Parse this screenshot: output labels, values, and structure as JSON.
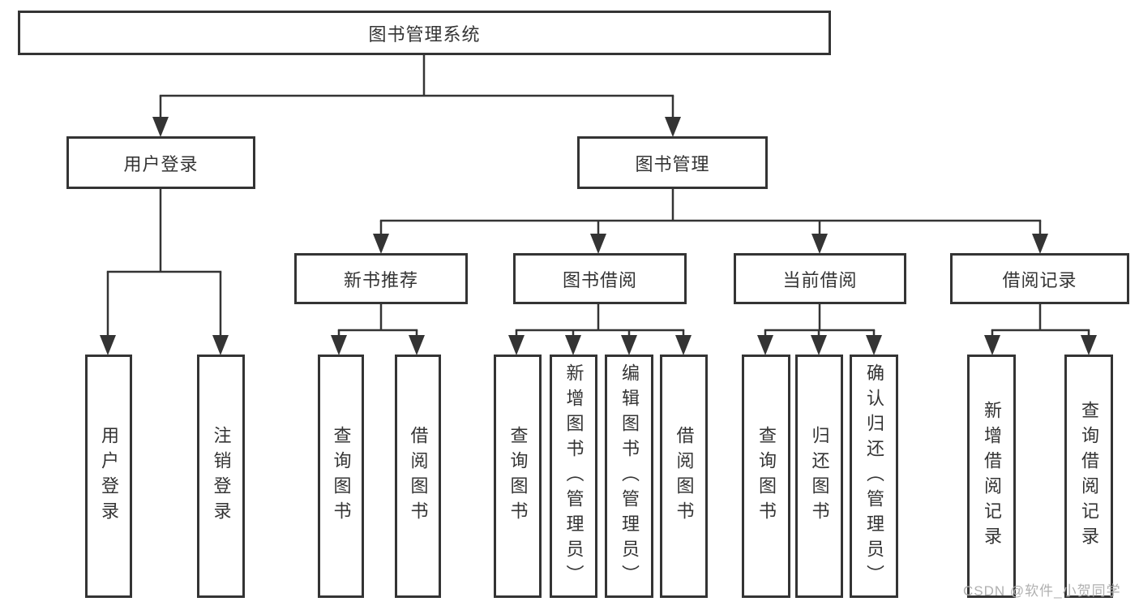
{
  "diagram": {
    "root": {
      "label": "图书管理系统"
    },
    "level2": {
      "user_login": {
        "label": "用户登录"
      },
      "book_mgmt": {
        "label": "图书管理"
      }
    },
    "level3": {
      "new_book_rec": {
        "label": "新书推荐"
      },
      "book_borrow": {
        "label": "图书借阅"
      },
      "current_borrow": {
        "label": "当前借阅"
      },
      "borrow_records": {
        "label": "借阅记录"
      }
    },
    "leaves": {
      "user_login": {
        "label": "用户登录"
      },
      "logout": {
        "label": "注销登录"
      },
      "rec_query_book": {
        "label": "查询图书"
      },
      "rec_borrow_book": {
        "label": "借阅图书"
      },
      "bb_query_book": {
        "label": "查询图书"
      },
      "bb_add_book": {
        "label": "新增图书（管理员）"
      },
      "bb_edit_book": {
        "label": "编辑图书（管理员）"
      },
      "bb_borrow_book": {
        "label": "借阅图书"
      },
      "cb_query_book": {
        "label": "查询图书"
      },
      "cb_return_book": {
        "label": "归还图书"
      },
      "cb_confirm_return": {
        "label": "确认归还（管理员）"
      },
      "br_add_record": {
        "label": "新增借阅记录"
      },
      "br_query_record": {
        "label": "查询借阅记录"
      }
    }
  },
  "watermark": "CSDN @软件_小贺同学",
  "colors": {
    "line": "#343434",
    "text": "#343434",
    "background": "#ffffff",
    "watermark": "#b0b0b0"
  }
}
